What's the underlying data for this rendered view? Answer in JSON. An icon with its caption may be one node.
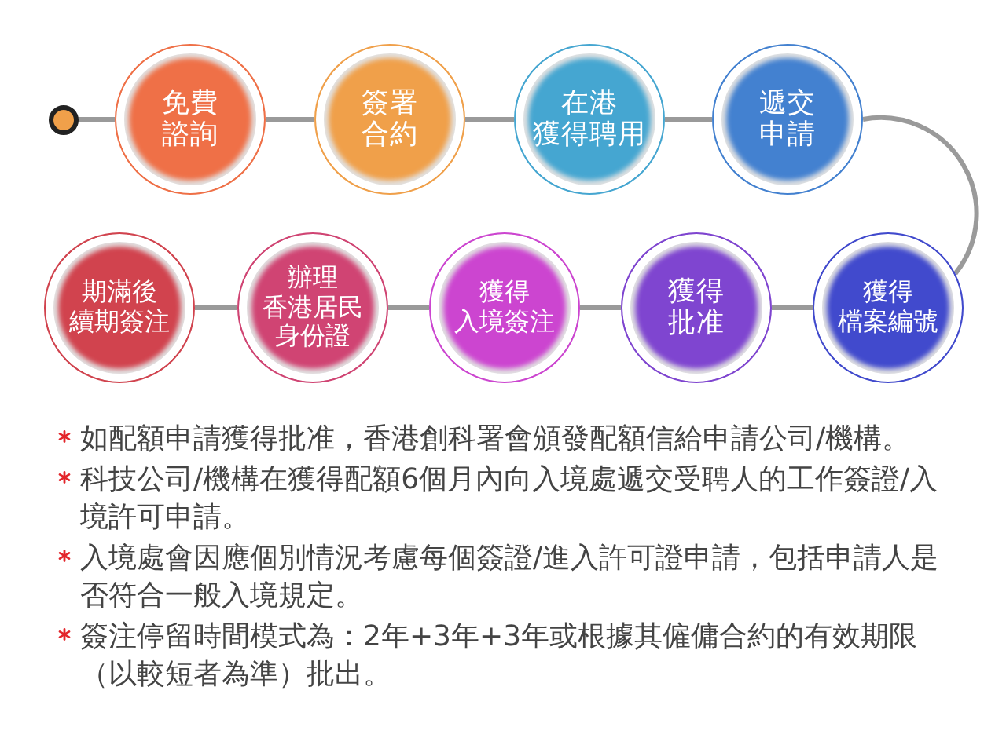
{
  "diagram": {
    "nodes": [
      {
        "text": [],
        "shape": "circle"
      },
      {
        "text": [
          "免費諮詢"
        ]
      },
      {
        "text": [
          "簽署合約"
        ]
      },
      {
        "text": [
          "在港獲得聘用"
        ]
      },
      {
        "text": [
          "遞交申請"
        ]
      },
      {
        "text": [
          "期滿後續期簽注"
        ]
      },
      {
        "text": [
          "辦理香港居民身份證"
        ]
      },
      {
        "text": [
          "獲得入境簽注"
        ]
      },
      {
        "text": [
          "獲得批准"
        ]
      },
      {
        "text": [
          "獲得檔案編號"
        ]
      }
    ],
    "edges": [
      {
        "from": 0,
        "to": 1,
        "arrow": "none"
      },
      {
        "from": 1,
        "to": 2,
        "arrow": "none"
      },
      {
        "from": 2,
        "to": 3,
        "arrow": "none"
      },
      {
        "from": 3,
        "to": 4,
        "arrow": "none"
      },
      {
        "from": 4,
        "to": 9,
        "arrow": "none"
      },
      {
        "from": 9,
        "to": 8,
        "arrow": "none"
      },
      {
        "from": 8,
        "to": 7,
        "arrow": "none"
      },
      {
        "from": 7,
        "to": 6,
        "arrow": "none"
      },
      {
        "from": 6,
        "to": 5,
        "arrow": "none"
      }
    ],
    "labels": [
      "如配額申請獲得批准，香港創科署會頒發配額信給申請公司/機構。",
      "科技公司/機構在獲得配額6個月內向入境處遞交受聘人的工作簽證/入境許可申請。",
      "入境處會因應個別情況考慮每個簽證/進入許可證申請，包括申請人是否符合一般入境規定。",
      "簽注停留時間模式為：2年+3年+3年或根據其僱傭合約的有效期限（以較短者為準）批出。"
    ]
  }
}
